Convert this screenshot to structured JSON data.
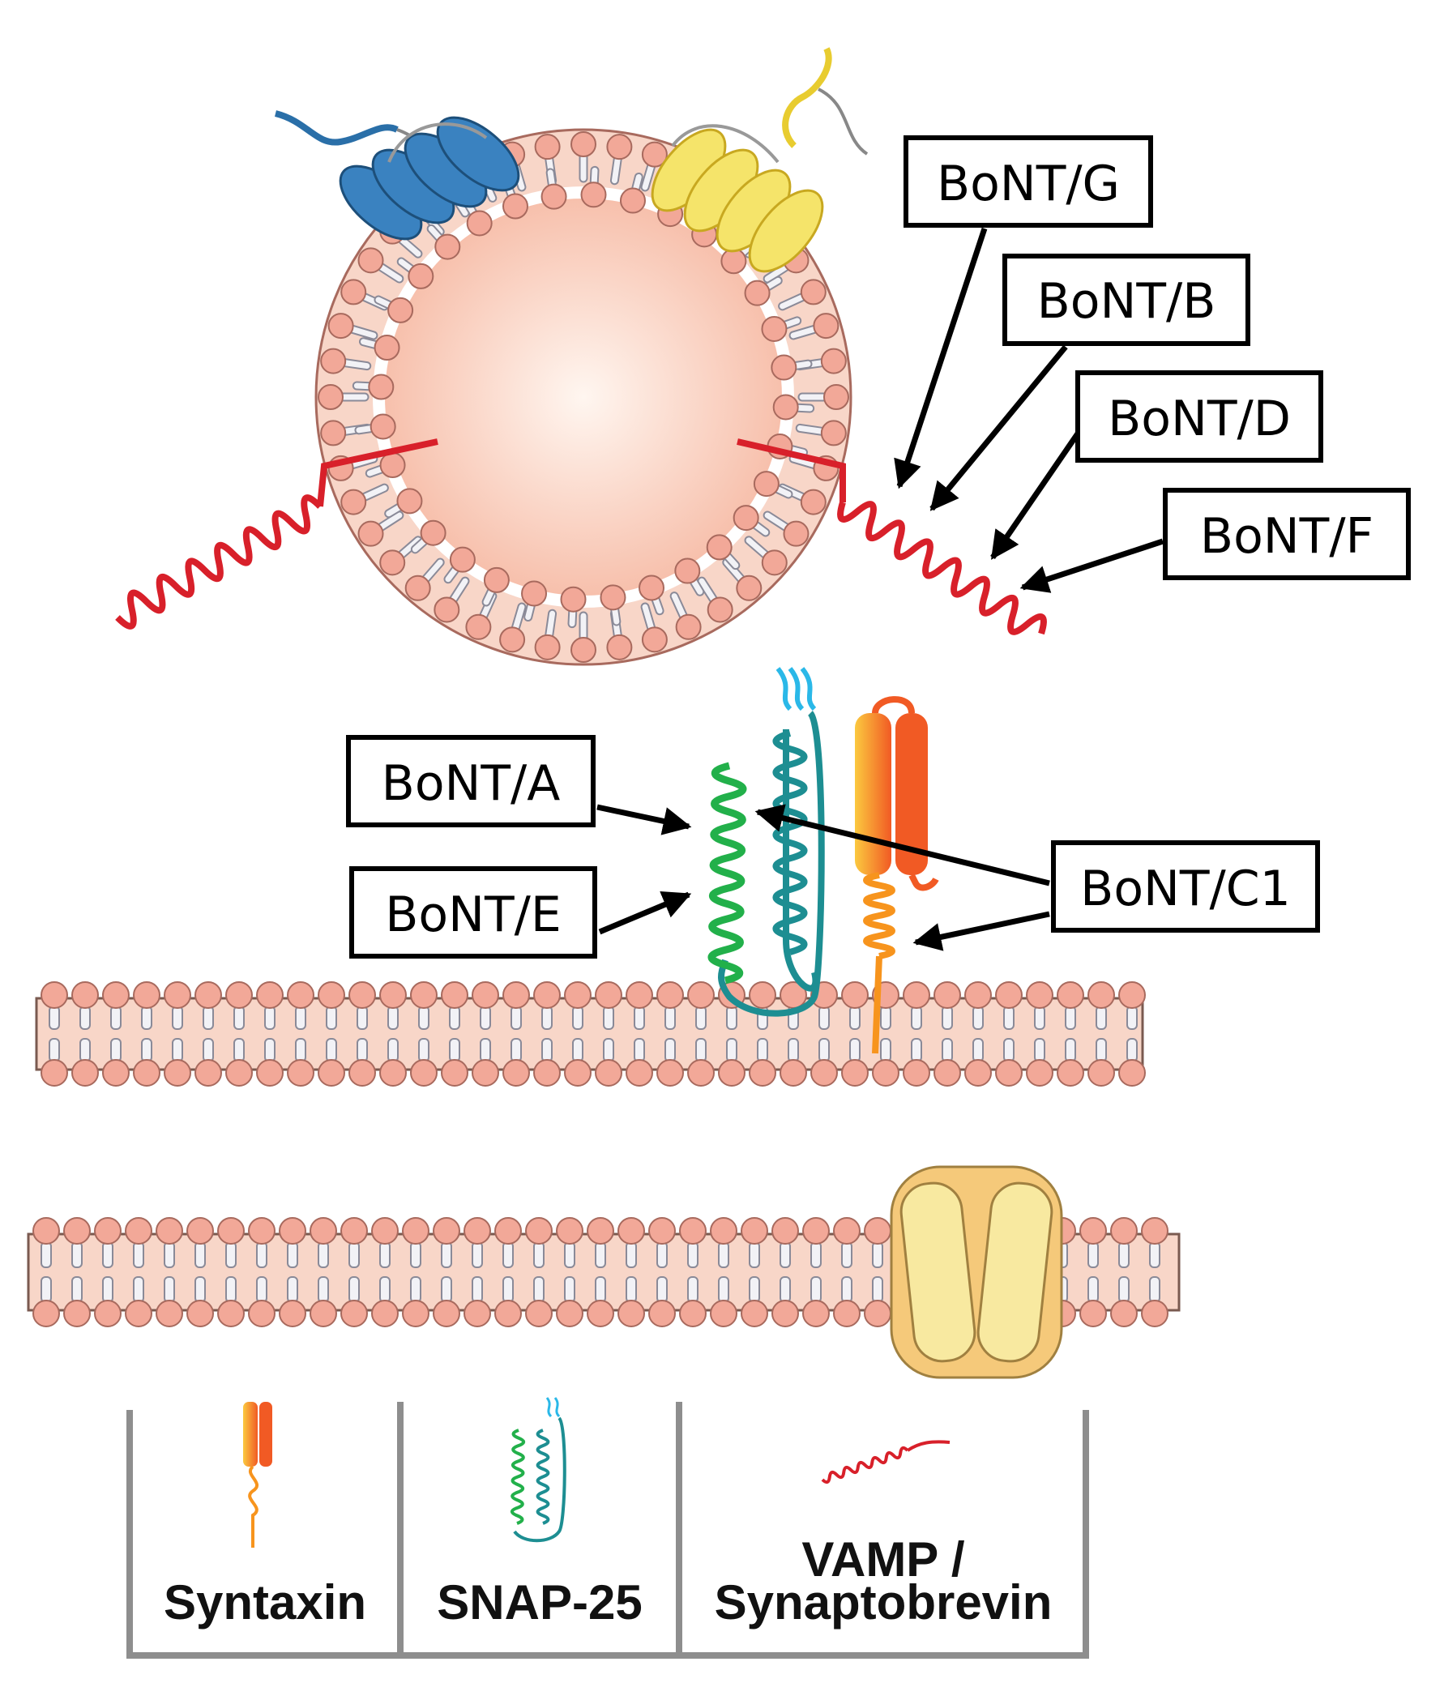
{
  "colors": {
    "head": "#f2a898",
    "head_stroke": "#a86a5e",
    "membrane_fill": "#f8d6c8",
    "tail": "#f2f2f6",
    "tail_stroke": "#8a8a98",
    "vamp": "#d8202a",
    "snap_green": "#22b04a",
    "snap_teal": "#1d8e92",
    "snap_tip": "#2ab8e8",
    "syntaxin": "#f7941d",
    "syntaxin_dark": "#f15a24",
    "blue_protein": "#2a6fa8",
    "yellow_protein": "#f0dc48",
    "channel": "#f5d27a",
    "legend_frame": "#8e8e8e"
  },
  "labels": {
    "bont_g": "BoNT/G",
    "bont_b": "BoNT/B",
    "bont_d": "BoNT/D",
    "bont_f": "BoNT/F",
    "bont_a": "BoNT/A",
    "bont_e": "BoNT/E",
    "bont_c1": "BoNT/C1"
  },
  "legend": {
    "syntaxin": "Syntaxin",
    "snap25": "SNAP-25",
    "vamp_line1": "VAMP /",
    "vamp_line2": "Synaptobrevin"
  },
  "icons": [
    "vesicle",
    "vamp-helix",
    "snap25-helix",
    "syntaxin-helix",
    "lipid-bilayer",
    "ion-channel"
  ]
}
